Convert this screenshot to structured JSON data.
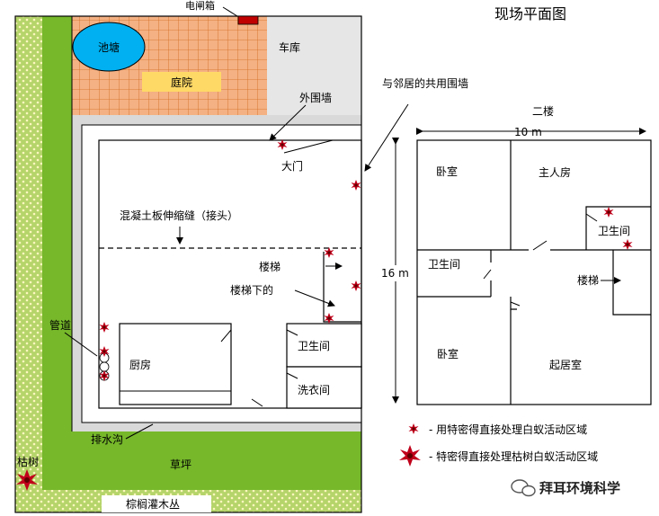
{
  "title": "现场平面图",
  "labels": {
    "electric_box": "电闸箱",
    "pond": "池塘",
    "garage": "车库",
    "courtyard": "庭院",
    "outer_wall": "外围墙",
    "shared_wall": "与邻居的共用围墙",
    "gate": "大门",
    "expansion_joint": "混凝土板伸缩缝（接头）",
    "stairs": "楼梯",
    "under_stairs": "楼梯下的",
    "pipe": "管道",
    "kitchen": "厨房",
    "bathroom": "卫生间",
    "laundry": "洗衣间",
    "drain": "排水沟",
    "lawn": "草坪",
    "dead_tree": "枯树",
    "palm_shrub": "棕榈灌木丛"
  },
  "second_floor": {
    "title": "二楼",
    "width": "10 m",
    "height": "16 m",
    "bedroom_top": "卧室",
    "master_room": "主人房",
    "bathroom_right": "卫生间",
    "bathroom_left": "卫生间",
    "stairs": "楼梯",
    "bedroom_bottom": "卧室",
    "living_room": "起居室"
  },
  "legend": {
    "small": "- 用特密得直接处理白蚁活动区域",
    "large": "- 特密得直接处理枯树白蚁活动区域"
  },
  "watermark": "拜耳环境科学",
  "colors": {
    "grass": "#76b82a",
    "shrub": "#b5d46a",
    "tile": "#f4b183",
    "pond": "#00b0f0",
    "wall_gray": "#d9d9d9",
    "termite": "#c0001a"
  }
}
